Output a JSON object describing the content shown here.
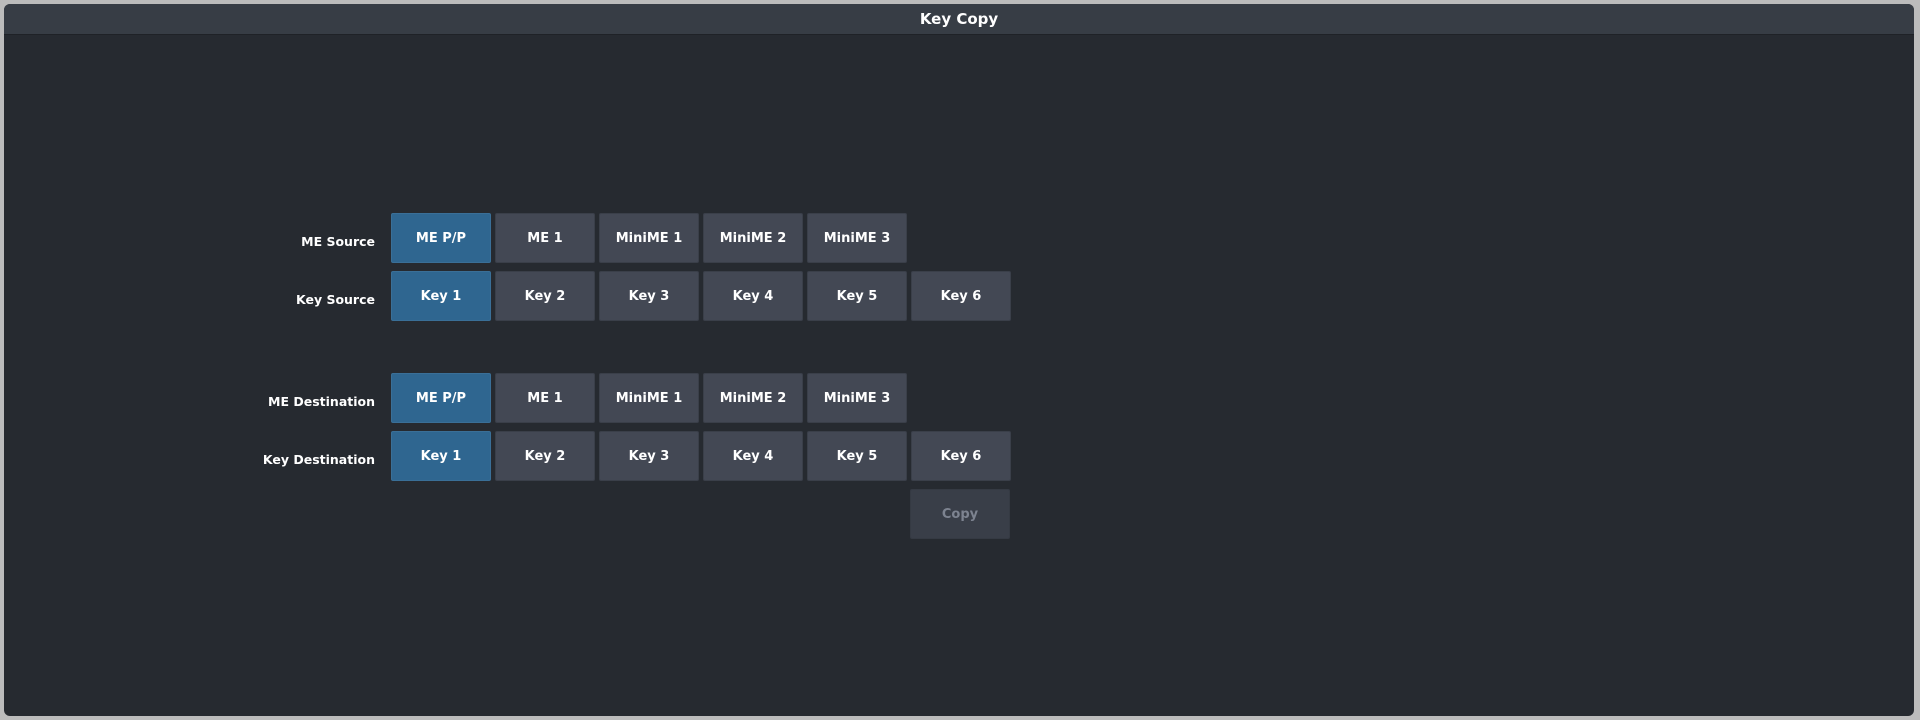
{
  "window": {
    "title": "Key Copy"
  },
  "source": {
    "me_label": "ME Source",
    "key_label": "Key Source",
    "me_buttons": [
      "ME P/P",
      "ME 1",
      "MiniME 1",
      "MiniME 2",
      "MiniME 3"
    ],
    "key_buttons": [
      "Key 1",
      "Key 2",
      "Key 3",
      "Key 4",
      "Key 5",
      "Key 6"
    ],
    "selected_me": "ME P/P",
    "selected_key": "Key 1"
  },
  "destination": {
    "me_label": "ME Destination",
    "key_label": "Key Destination",
    "me_buttons": [
      "ME P/P",
      "ME 1",
      "MiniME 1",
      "MiniME 2",
      "MiniME 3"
    ],
    "key_buttons": [
      "Key 1",
      "Key 2",
      "Key 3",
      "Key 4",
      "Key 5",
      "Key 6"
    ],
    "selected_me": "ME P/P",
    "selected_key": "Key 1"
  },
  "actions": {
    "copy_label": "Copy",
    "copy_enabled": false
  },
  "colors": {
    "background": "#262a30",
    "titlebar": "#373d45",
    "button": "#434854",
    "button_selected": "#2f6690",
    "button_disabled": "#393e48"
  }
}
